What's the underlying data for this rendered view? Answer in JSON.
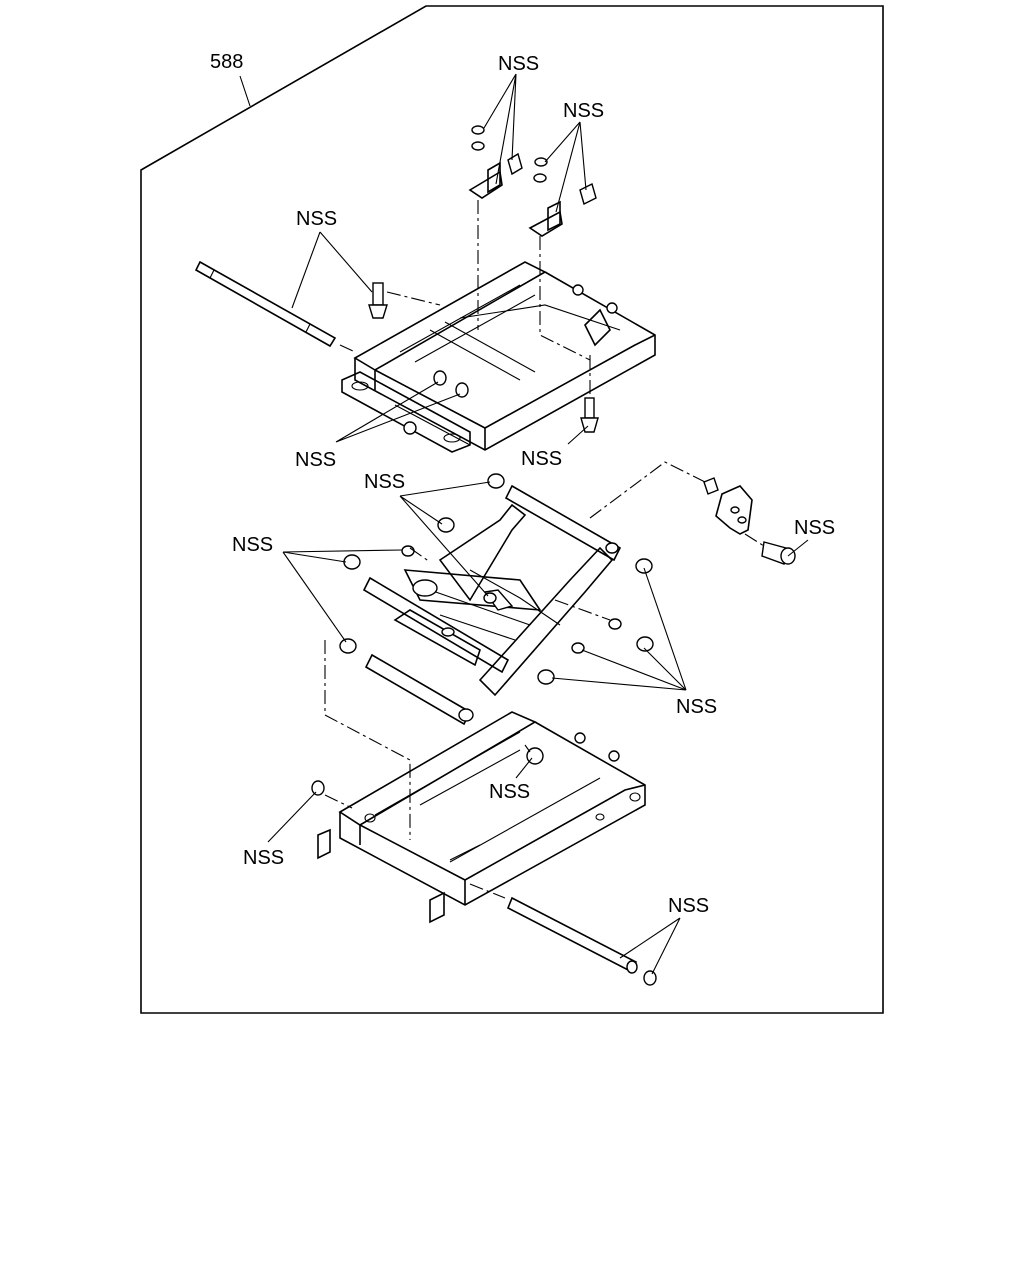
{
  "assembly_ref": "588",
  "callouts": [
    "NSS",
    "NSS",
    "NSS",
    "NSS",
    "NSS",
    "NSS",
    "NSS",
    "NSS",
    "NSS",
    "NSS",
    "NSS",
    "NSS"
  ]
}
